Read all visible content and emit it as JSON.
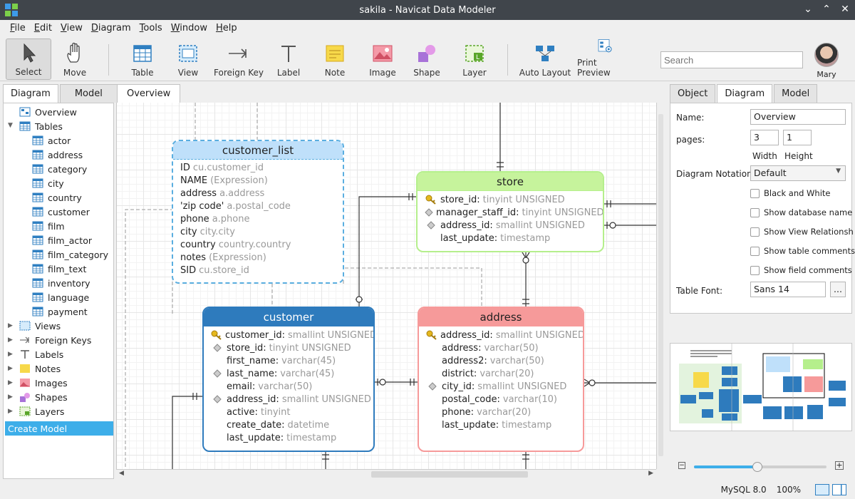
{
  "window": {
    "title": "sakila - Navicat Data Modeler"
  },
  "menu": [
    "File",
    "Edit",
    "View",
    "Diagram",
    "Tools",
    "Window",
    "Help"
  ],
  "toolbar": {
    "tools": [
      "Select",
      "Move",
      "Table",
      "View",
      "Foreign Key",
      "Label",
      "Note",
      "Image",
      "Shape",
      "Layer",
      "Auto Layout",
      "Print Preview"
    ],
    "search_placeholder": "Search",
    "user_name": "Mary"
  },
  "left_panel": {
    "tabs": [
      "Diagram",
      "Model"
    ],
    "tree": {
      "overview": "Overview",
      "tables_label": "Tables",
      "tables": [
        "actor",
        "address",
        "category",
        "city",
        "country",
        "customer",
        "film",
        "film_actor",
        "film_category",
        "film_text",
        "inventory",
        "language",
        "payment"
      ],
      "groups": [
        "Views",
        "Foreign Keys",
        "Labels",
        "Notes",
        "Images",
        "Shapes",
        "Layers"
      ],
      "create_model": "Create Model"
    }
  },
  "canvas": {
    "tab": "Overview",
    "entities": {
      "customer_list": {
        "name": "customer_list",
        "fields": [
          [
            "ID",
            "cu.customer_id"
          ],
          [
            "NAME",
            "(Expression)"
          ],
          [
            "address",
            "a.address"
          ],
          [
            "'zip code'",
            "a.postal_code"
          ],
          [
            "phone",
            "a.phone"
          ],
          [
            "city",
            "city.city"
          ],
          [
            "country",
            "country.country"
          ],
          [
            "notes",
            "(Expression)"
          ],
          [
            "SID",
            "cu.store_id"
          ]
        ]
      },
      "store": {
        "name": "store",
        "fields": [
          [
            "store_id:",
            "tinyint UNSIGNED",
            "key"
          ],
          [
            "manager_staff_id:",
            "tinyint UNSIGNED",
            "diamond"
          ],
          [
            "address_id:",
            "smallint UNSIGNED",
            "diamond"
          ],
          [
            "last_update:",
            "timestamp",
            ""
          ]
        ]
      },
      "customer": {
        "name": "customer",
        "fields": [
          [
            "customer_id:",
            "smallint UNSIGNED",
            "key"
          ],
          [
            "store_id:",
            "tinyint UNSIGNED",
            "diamond"
          ],
          [
            "first_name:",
            "varchar(45)",
            ""
          ],
          [
            "last_name:",
            "varchar(45)",
            "diamond"
          ],
          [
            "email:",
            "varchar(50)",
            ""
          ],
          [
            "address_id:",
            "smallint UNSIGNED",
            "diamond"
          ],
          [
            "active:",
            "tinyint",
            ""
          ],
          [
            "create_date:",
            "datetime",
            ""
          ],
          [
            "last_update:",
            "timestamp",
            ""
          ]
        ]
      },
      "address": {
        "name": "address",
        "fields": [
          [
            "address_id:",
            "smallint UNSIGNED",
            "key"
          ],
          [
            "address:",
            "varchar(50)",
            ""
          ],
          [
            "address2:",
            "varchar(50)",
            ""
          ],
          [
            "district:",
            "varchar(20)",
            ""
          ],
          [
            "city_id:",
            "smallint UNSIGNED",
            "diamond"
          ],
          [
            "postal_code:",
            "varchar(10)",
            ""
          ],
          [
            "phone:",
            "varchar(20)",
            ""
          ],
          [
            "last_update:",
            "timestamp",
            ""
          ]
        ]
      }
    }
  },
  "right_panel": {
    "tabs": [
      "Object",
      "Diagram",
      "Model"
    ],
    "name_label": "Name:",
    "name_value": "Overview",
    "pages_label": "pages:",
    "width_value": "3",
    "height_value": "1",
    "width_label": "Width",
    "height_label": "Height",
    "notation_label": "Diagram Notation:",
    "notation_value": "Default",
    "checkboxes": [
      "Black and White",
      "Show database name",
      "Show View Relationsh",
      "Show table comments",
      "Show field comments"
    ],
    "font_label": "Table Font:",
    "font_value": "Sans 14",
    "font_button": "..."
  },
  "status": {
    "db": "MySQL 8.0",
    "zoom": "100%"
  },
  "colors": {
    "customer_list": "#5aaee0",
    "store": "#b5ef8c",
    "customer": "#2e7bbd",
    "address": "#f69a9a",
    "accent": "#3daee9"
  }
}
